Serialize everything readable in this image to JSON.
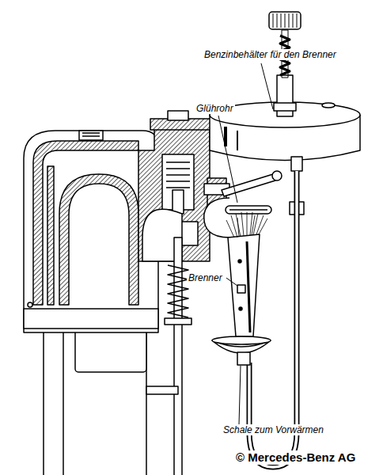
{
  "diagram": {
    "labels": [
      "Benzinbehälter für den Brenner",
      "Glührohr",
      "Brenner",
      "Schale zum Vorwärmen",
      "© Mercedes-Benz AG"
    ]
  }
}
